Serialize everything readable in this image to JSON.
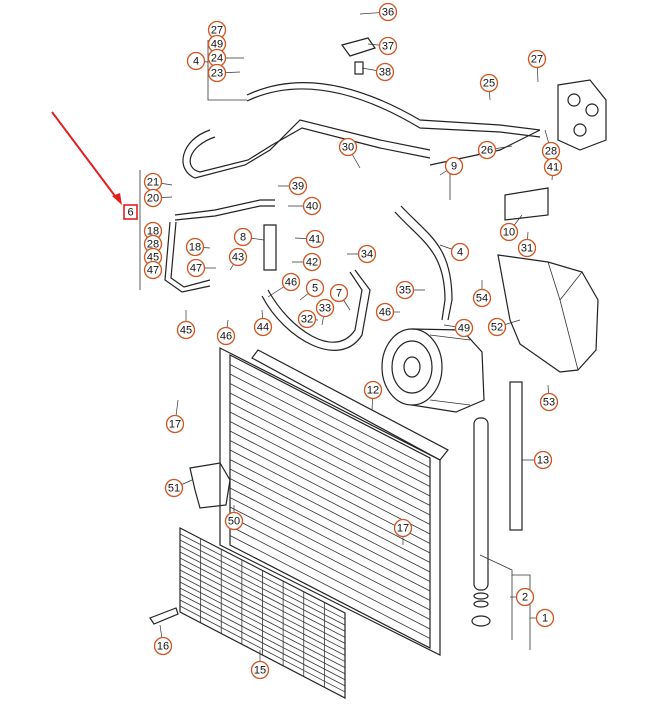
{
  "diagram": {
    "highlighted_part": "6",
    "highlight_color": "#e02020",
    "callout_color": "#d2541e",
    "callouts": [
      {
        "id": "36",
        "label": "36"
      },
      {
        "id": "37",
        "label": "37"
      },
      {
        "id": "38",
        "label": "38"
      },
      {
        "id": "27a",
        "label": "27"
      },
      {
        "id": "49a",
        "label": "49"
      },
      {
        "id": "24",
        "label": "24"
      },
      {
        "id": "23",
        "label": "23"
      },
      {
        "id": "4a",
        "label": "4"
      },
      {
        "id": "25",
        "label": "25"
      },
      {
        "id": "27b",
        "label": "27"
      },
      {
        "id": "28",
        "label": "28"
      },
      {
        "id": "26",
        "label": "26"
      },
      {
        "id": "41a",
        "label": "41"
      },
      {
        "id": "30",
        "label": "30"
      },
      {
        "id": "9",
        "label": "9"
      },
      {
        "id": "21",
        "label": "21"
      },
      {
        "id": "20",
        "label": "20"
      },
      {
        "id": "39",
        "label": "39"
      },
      {
        "id": "40",
        "label": "40"
      },
      {
        "id": "10",
        "label": "10"
      },
      {
        "id": "18a",
        "label": "18"
      },
      {
        "id": "28b",
        "label": "28"
      },
      {
        "id": "45a",
        "label": "45"
      },
      {
        "id": "47a",
        "label": "47"
      },
      {
        "id": "8",
        "label": "8"
      },
      {
        "id": "41b",
        "label": "41"
      },
      {
        "id": "31",
        "label": "31"
      },
      {
        "id": "4b",
        "label": "4"
      },
      {
        "id": "18b",
        "label": "18"
      },
      {
        "id": "47b",
        "label": "47"
      },
      {
        "id": "43",
        "label": "43"
      },
      {
        "id": "42",
        "label": "42"
      },
      {
        "id": "34",
        "label": "34"
      },
      {
        "id": "54",
        "label": "54"
      },
      {
        "id": "46a",
        "label": "46"
      },
      {
        "id": "5",
        "label": "5"
      },
      {
        "id": "7",
        "label": "7"
      },
      {
        "id": "35",
        "label": "35"
      },
      {
        "id": "33",
        "label": "33"
      },
      {
        "id": "32",
        "label": "32"
      },
      {
        "id": "46b",
        "label": "46"
      },
      {
        "id": "49b",
        "label": "49"
      },
      {
        "id": "52",
        "label": "52"
      },
      {
        "id": "45b",
        "label": "45"
      },
      {
        "id": "46c",
        "label": "46"
      },
      {
        "id": "44",
        "label": "44"
      },
      {
        "id": "12",
        "label": "12"
      },
      {
        "id": "53",
        "label": "53"
      },
      {
        "id": "17a",
        "label": "17"
      },
      {
        "id": "13",
        "label": "13"
      },
      {
        "id": "51",
        "label": "51"
      },
      {
        "id": "50",
        "label": "50"
      },
      {
        "id": "17b",
        "label": "17"
      },
      {
        "id": "2",
        "label": "2"
      },
      {
        "id": "1",
        "label": "1"
      },
      {
        "id": "16",
        "label": "16"
      },
      {
        "id": "15",
        "label": "15"
      }
    ]
  }
}
